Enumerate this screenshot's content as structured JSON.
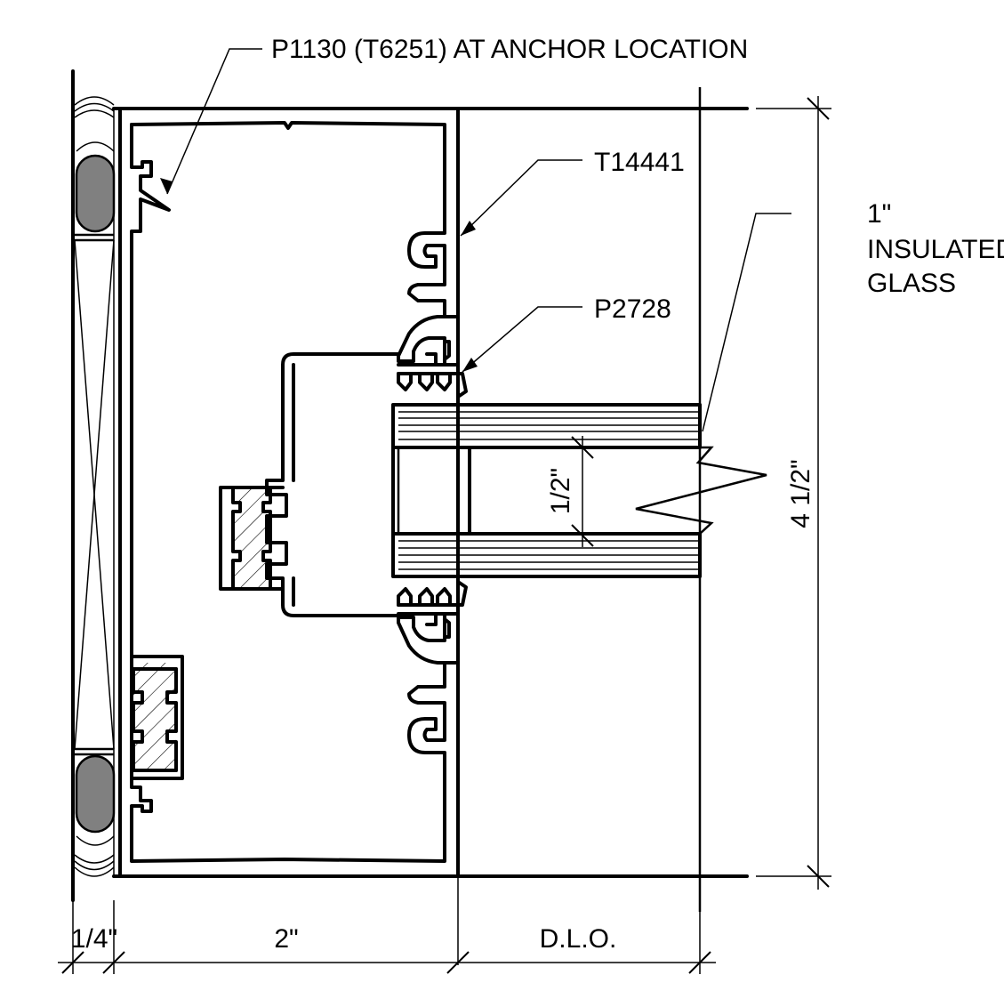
{
  "labels": {
    "anchor_callout": "P1130 (T6251) AT ANCHOR LOCATION",
    "frame_callout": "T14441",
    "gasket_callout": "P2728",
    "glass_callout_line1": "1\"",
    "glass_callout_line2": "INSULATED",
    "glass_callout_line3": "GLASS"
  },
  "dimensions": {
    "left_shim": "1/4\"",
    "frame_depth": "2\"",
    "daylight_opening": "D.L.O.",
    "overall_height": "4 1/2\"",
    "airspace": "1/2\""
  },
  "colors": {
    "line": "#000000",
    "backer_rod": "#808080",
    "background": "#ffffff"
  }
}
